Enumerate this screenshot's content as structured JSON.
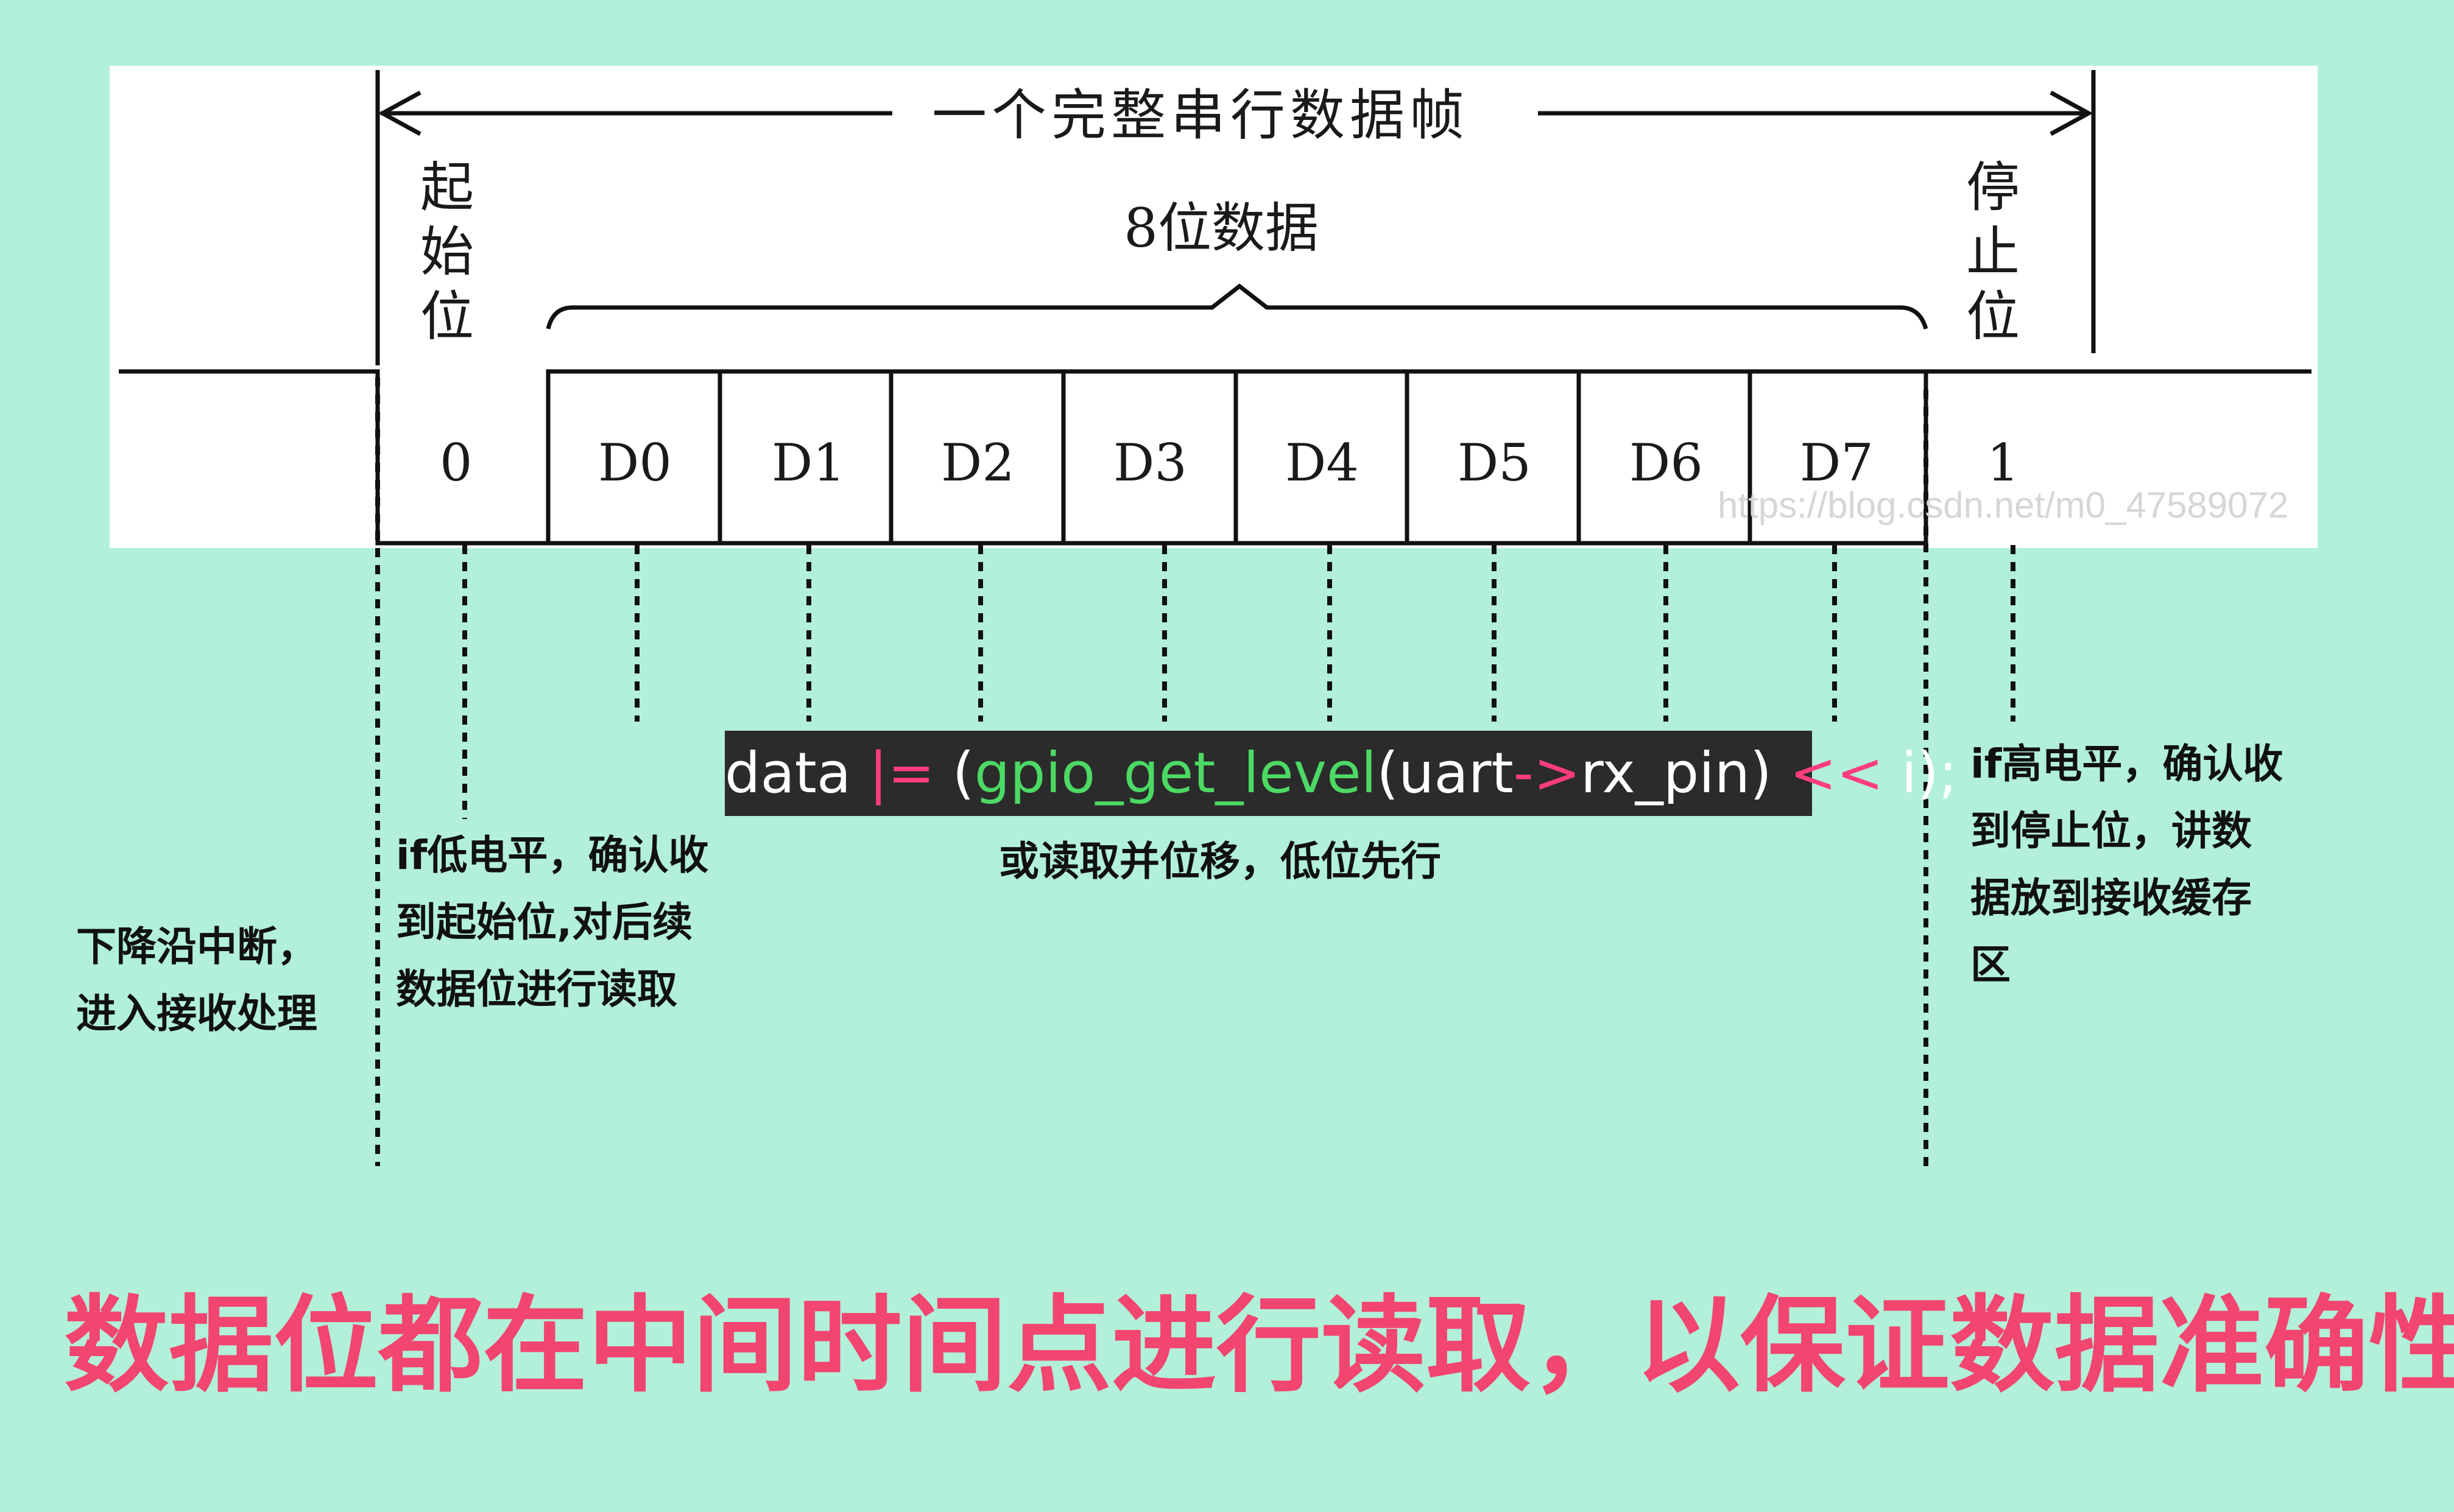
{
  "frame": {
    "title": "一个完整串行数据帧",
    "data_bits_label": "8位数据",
    "start_bit_label": "起始位",
    "stop_bit_label": "停止位",
    "bits": [
      "0",
      "D0",
      "D1",
      "D2",
      "D3",
      "D4",
      "D5",
      "D6",
      "D7",
      "1"
    ]
  },
  "watermark": "https://blog.csdn.net/m0_47589072",
  "code": {
    "tokens": [
      {
        "text": "data ",
        "color": "#ffffff"
      },
      {
        "text": "|=",
        "color": "#ff3d7f"
      },
      {
        "text": " (",
        "color": "#ffffff"
      },
      {
        "text": "gpio_get_level",
        "color": "#4cd964"
      },
      {
        "text": "(uart",
        "color": "#ffffff"
      },
      {
        "text": "->",
        "color": "#ff3d7f"
      },
      {
        "text": "rx_pin) ",
        "color": "#ffffff"
      },
      {
        "text": "<<",
        "color": "#ff3d7f"
      },
      {
        "text": " i);",
        "color": "#ffffff"
      }
    ]
  },
  "annotations": {
    "falling_edge": [
      "下降沿中断，",
      "进入接收处理"
    ],
    "start_check": [
      "if低电平，确认收",
      "到起始位,对后续",
      "数据位进行读取"
    ],
    "read_shift": "或读取并位移，低位先行",
    "stop_check": [
      "if高电平，确认收",
      "到停止位，讲数",
      "据放到接收缓存",
      "区"
    ]
  },
  "caption": "数据位都在中间时间点进行读取，以保证数据准确性",
  "colors": {
    "background": "#b2f0da",
    "caption": "#f2456f",
    "code_bg": "#2b2b2b",
    "code_operator": "#ff3d7f",
    "code_function": "#4cd964"
  }
}
